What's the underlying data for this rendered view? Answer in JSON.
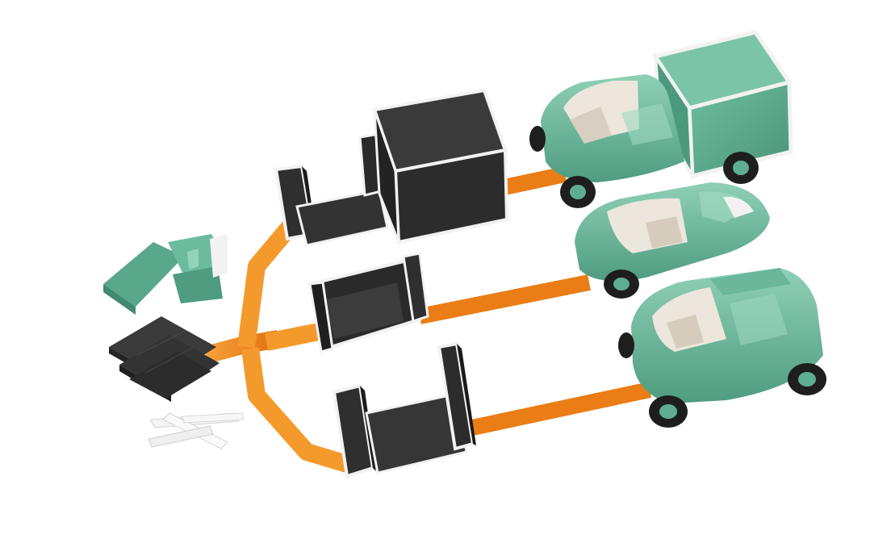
{
  "colors": {
    "background": "#ffffff",
    "flow_orange": "#f08a1c",
    "flow_orange_dark": "#e26f10",
    "vehicle_green": "#5fae93",
    "vehicle_green_dark": "#3f8a70",
    "vehicle_green_light": "#8fd0b6",
    "panel_black": "#2f2f2f",
    "panel_edge": "#f2f2f2",
    "interior_cream": "#ece6dc",
    "tire": "#1e1e1e",
    "profile_white": "#f4f4f4"
  },
  "diagram": {
    "materials": [
      "green-body-panels",
      "carbon-fiber-sheets",
      "aluminium-profiles"
    ],
    "modules": [
      "cargo-box-module",
      "short-tub-module",
      "open-frame-module"
    ],
    "vehicles": [
      "box-truck",
      "three-wheeler",
      "compact-car"
    ]
  }
}
